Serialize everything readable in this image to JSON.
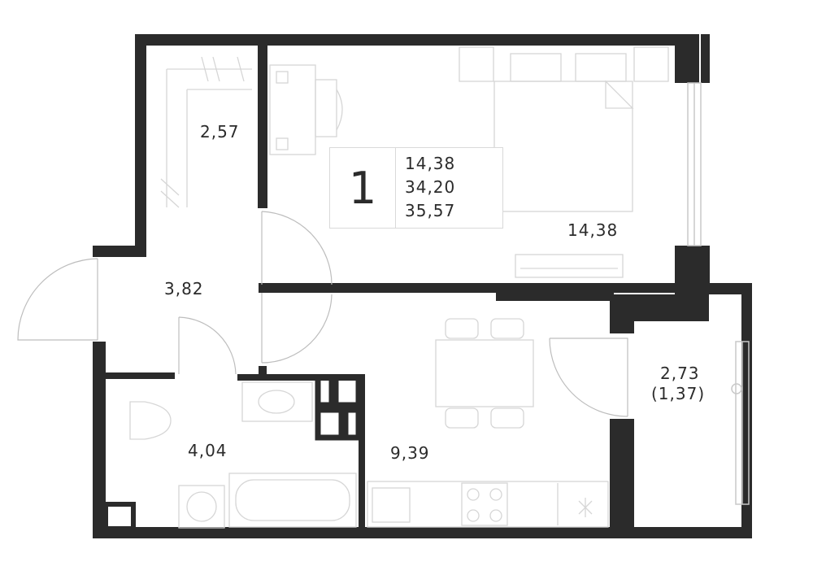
{
  "summary": {
    "rooms": "1",
    "living_area": "14,38",
    "total_area": "34,20",
    "total_area_with_balcony": "35,57"
  },
  "rooms": {
    "kitchenette_upper": "2,57",
    "bedroom": "14,38",
    "hall": "3,82",
    "bathroom": "4,04",
    "kitchen": "9,39",
    "balcony": "2,73",
    "balcony_reduced": "(1,37)"
  },
  "colors": {
    "wall": "#2b2b2b",
    "furniture_line": "#d6d6d6",
    "background": "#ffffff"
  }
}
